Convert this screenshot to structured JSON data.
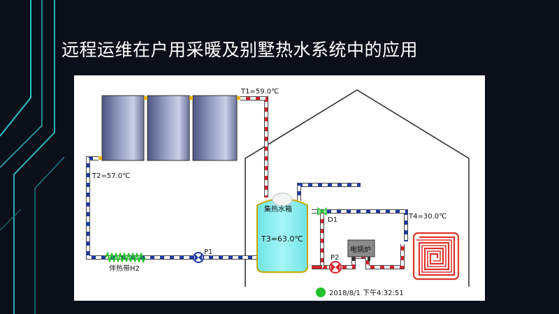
{
  "title": "远程运维在户用采暖及别墅热水系统中的应用",
  "diagram": {
    "sensors": {
      "t1": "T1=59.0℃",
      "t2": "T2=57.0℃",
      "t3": "T3=63.0℃",
      "t4": "T4=30.0℃"
    },
    "tank_label": "集热水箱",
    "heater_label": "电锅炉",
    "heat_tape_label": "伴热带H2",
    "pump1_label": "P1",
    "pump2_label": "P2",
    "valve_label": "D1",
    "timestamp": "2018/8/1  下午4:32:51"
  },
  "colors": {
    "background": "#0b0f1a",
    "accent_lines": "#2fc3c9",
    "hot_pipe": "#d8232a",
    "cold_pipe": "#1e3aa8",
    "tank": "#8ff0f2",
    "floor_heating": "#e0322b",
    "status": "#22c22a"
  }
}
